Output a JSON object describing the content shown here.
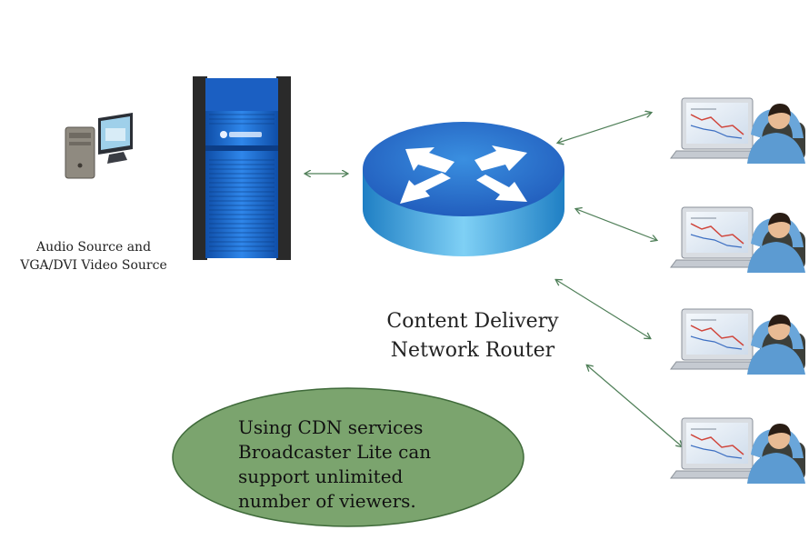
{
  "source": {
    "label_line1": "Audio Source and",
    "label_line2": "VGA/DVI Video Source"
  },
  "router": {
    "label_line1": "Content Delivery",
    "label_line2": "Network Router"
  },
  "callout": {
    "lines": [
      "Using CDN services",
      "Broadcaster Lite can",
      "support unlimited",
      "number of viewers."
    ]
  },
  "viewers": {
    "count": 4
  },
  "colors": {
    "encoder_blue": "#1f6fd6",
    "router_blue": "#3a9bd9",
    "bubble_green": "#7ba46e",
    "arrow_green": "#4f7f58"
  }
}
